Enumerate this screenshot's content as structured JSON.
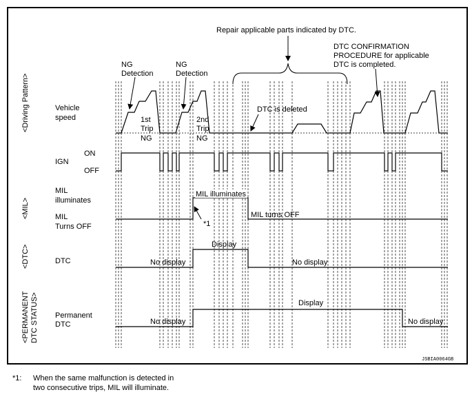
{
  "annotations": {
    "repair": "Repair applicable parts indicated by DTC.",
    "dtc_confirmation": [
      "DTC CONFIRMATION",
      "PROCEDURE for applicable",
      "DTC is completed."
    ],
    "ng_detection_1": [
      "NG",
      "Detection"
    ],
    "ng_detection_2": [
      "NG",
      "Detection"
    ],
    "trip1": [
      "1st",
      "Trip",
      "NG"
    ],
    "trip2": [
      "2nd",
      "Trip",
      "NG"
    ],
    "dtc_deleted": "DTC is deleted",
    "mil_illuminates": "MIL illuminates",
    "mil_turns_off": "MIL turns OFF",
    "star1": "*1",
    "dtc_display": "Display",
    "dtc_no_display_1": "No display",
    "dtc_no_display_2": "No display",
    "perm_display": "Display",
    "perm_no_display_1": "No display",
    "perm_no_display_2": "No display",
    "figure_code": "JSBIA0064GB"
  },
  "rows": {
    "driving": {
      "group": "<Driving Pattern>",
      "label": [
        "Vehicle",
        "speed"
      ]
    },
    "ign": {
      "label": "IGN",
      "on": "ON",
      "off": "OFF"
    },
    "mil": {
      "group": "<MIL>",
      "top_label": [
        "MIL",
        "illuminates"
      ],
      "bottom_label": [
        "MIL",
        "Turns OFF"
      ]
    },
    "dtc": {
      "group": "<DTC>",
      "label": "DTC"
    },
    "permanent": {
      "group": [
        "<PERMANENT",
        "DTC STATUS>"
      ],
      "label": [
        "Permanent",
        "DTC"
      ]
    }
  },
  "footnote": {
    "mark": "*1:",
    "text": "When the same malfunction is detected in two consecutive trips, MIL will illuminate."
  }
}
